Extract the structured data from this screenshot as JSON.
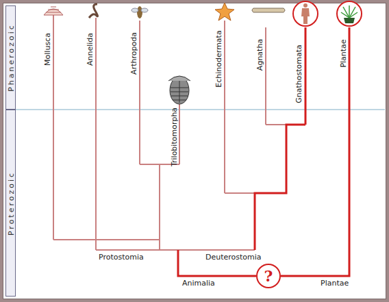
{
  "diagram": {
    "nodes": [
      {
        "text": [
          "Phanerozoic"
        ]
      },
      {
        "text": [
          "Proterozoic"
        ]
      },
      {
        "text": [
          "?"
        ]
      }
    ],
    "labels": [
      "Mollusca",
      "Annelida",
      "Arthropoda",
      "Trilobitomorpha",
      "Echinodermata",
      "Agnatha",
      "Gnathostomata",
      "Plantae",
      "Protostomia",
      "Deuterostomia",
      "Animalia",
      "Plantae"
    ]
  }
}
